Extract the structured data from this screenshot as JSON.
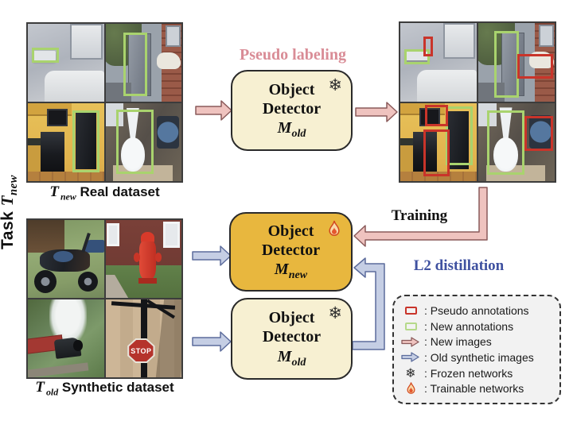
{
  "task_label": {
    "word": "Task",
    "symbol": "T",
    "symbol_sub": "new"
  },
  "real_dataset": {
    "symbol": "T",
    "symbol_sub": "new",
    "label": "Real dataset"
  },
  "synthetic_dataset": {
    "symbol": "T",
    "symbol_sub": "old",
    "label": "Synthetic dataset"
  },
  "flow_labels": {
    "pseudo_labeling": "Pseudo labeling",
    "training": "Training",
    "l2_distillation": "L2 distillation"
  },
  "detectors": {
    "pseudo": {
      "line1": "Object",
      "line2": "Detector",
      "symbol": "M",
      "symbol_sub": "old",
      "state": "frozen"
    },
    "new": {
      "line1": "Object",
      "line2": "Detector",
      "symbol": "M",
      "symbol_sub": "new",
      "state": "trainable"
    },
    "distill": {
      "line1": "Object",
      "line2": "Detector",
      "symbol": "M",
      "symbol_sub": "old",
      "state": "frozen"
    }
  },
  "legend": {
    "items": [
      {
        "icon": "pseudo-annotation-swatch",
        "label": ": Pseudo annotations"
      },
      {
        "icon": "new-annotation-swatch",
        "label": ": New annotations"
      },
      {
        "icon": "new-images-arrow",
        "label": ": New images"
      },
      {
        "icon": "old-synthetic-images-arrow",
        "label": ": Old synthetic images"
      },
      {
        "icon": "frozen-snowflake",
        "label": ": Frozen networks"
      },
      {
        "icon": "trainable-flame",
        "label": ": Trainable networks"
      }
    ]
  },
  "glyphs": {
    "snowflake": "❄"
  },
  "stop_sign_text": "STOP",
  "colors": {
    "pseudo_labeling_text": "#d98c96",
    "l2_distillation_text": "#3f51a0",
    "training_text": "#111111",
    "frozen_detector_fill": "#f7f0d2",
    "trainable_detector_fill": "#e8b73e",
    "new_images_arrow_fill": "#efc3bf",
    "new_images_arrow_stroke": "#8a5a5a",
    "old_images_arrow_fill": "#c5cee4",
    "old_images_arrow_stroke": "#5c6c9c",
    "pseudo_annotation": "#c9342a",
    "new_annotation": "#a9d36e",
    "legend_background": "#f2f2f2"
  }
}
